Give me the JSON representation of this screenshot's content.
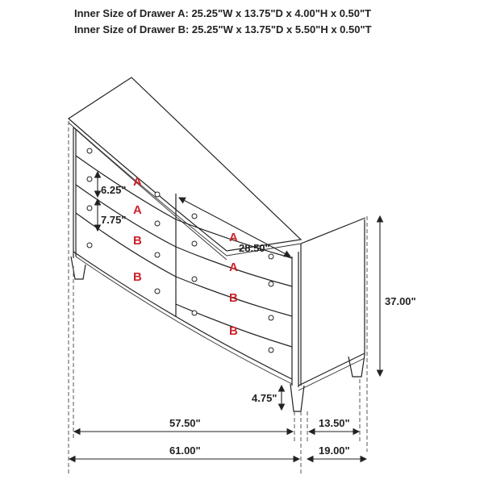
{
  "specs": {
    "drawer_a": "Inner Size of Drawer A: 25.25\"W x 13.75\"D x 4.00\"H x 0.50\"T",
    "drawer_b": "Inner Size of Drawer B: 25.25\"W x 13.75\"D x 5.50\"H x 0.50\"T"
  },
  "drawer_labels": {
    "left": [
      "A",
      "A",
      "B",
      "B"
    ],
    "right": [
      "A",
      "A",
      "B",
      "B"
    ]
  },
  "dimensions": {
    "drawer_a_front_height": "6.25\"",
    "drawer_b_front_height": "7.75\"",
    "drawer_width": "28.50\"",
    "overall_height": "37.00\"",
    "leg_height": "4.75\"",
    "inner_width": "57.50\"",
    "overall_width": "61.00\"",
    "inner_depth": "13.50\"",
    "overall_depth": "19.00\""
  },
  "colors": {
    "line": "#222222",
    "drawer_label": "#cc2229"
  }
}
